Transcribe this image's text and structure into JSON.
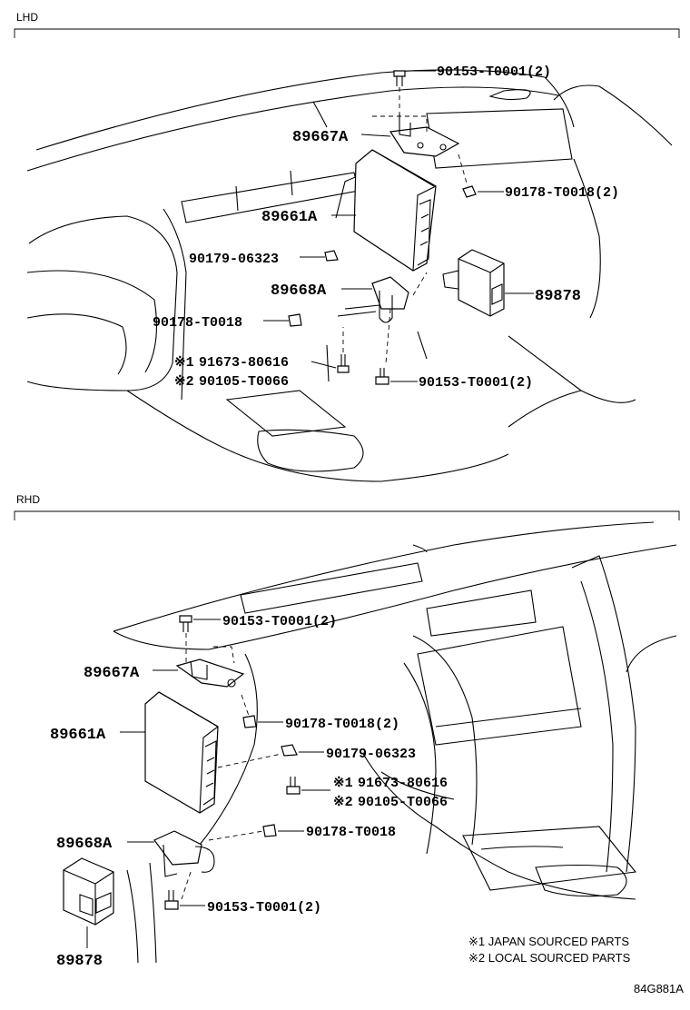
{
  "sections": {
    "lhd": {
      "label": "LHD"
    },
    "rhd": {
      "label": "RHD"
    }
  },
  "lhd_parts": {
    "bolt_top": "90153-T0001(2)",
    "bracket_upper": "89667A",
    "nut_upper": "90178-T0018(2)",
    "ecu": "89661A",
    "clip": "90179-06323",
    "bracket_lower": "89668A",
    "sensor": "89878",
    "nut_lower": "90178-T0018",
    "bolt_japan": "91673-80616",
    "bolt_local": "90105-T0066",
    "bolt_bottom": "90153-T0001(2)"
  },
  "rhd_parts": {
    "bolt_top": "90153-T0001(2)",
    "bracket_upper": "89667A",
    "ecu": "89661A",
    "nut_upper": "90178-T0018(2)",
    "clip": "90179-06323",
    "bolt_japan": "91673-80616",
    "bolt_local": "90105-T0066",
    "bracket_lower": "89668A",
    "nut_lower": "90178-T0018",
    "bolt_bottom": "90153-T0001(2)",
    "sensor": "89878"
  },
  "marks": {
    "japan": "※1",
    "local": "※2"
  },
  "notes": {
    "japan": "※1 JAPAN SOURCED PARTS",
    "local": "※2 LOCAL SOURCED PARTS"
  },
  "drawing_code": "84G881A"
}
